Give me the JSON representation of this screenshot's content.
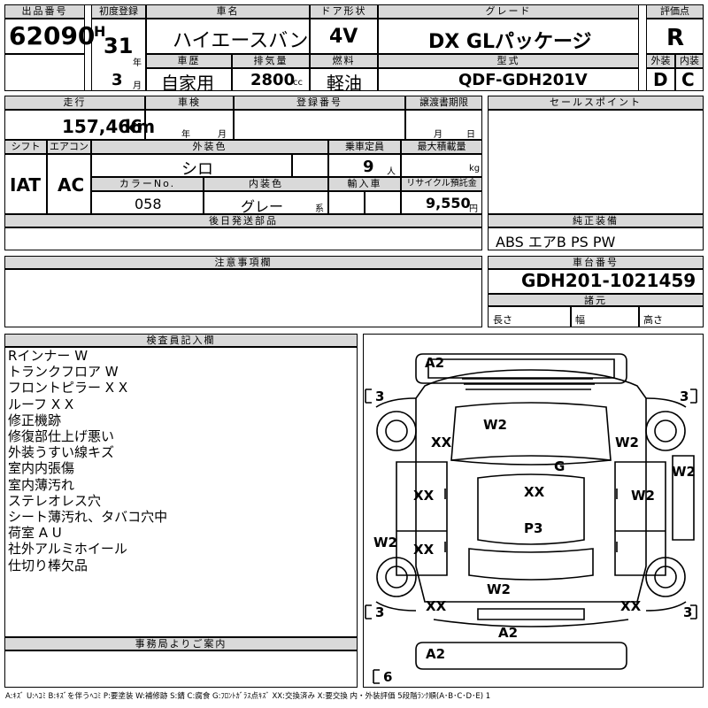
{
  "listing": {
    "lot_label": "出品番号",
    "lot_number": "62090",
    "first_reg_label": "初度登録",
    "era": "H",
    "year": "31",
    "year_unit": "年",
    "month": "3",
    "month_unit": "月",
    "car_name_label": "車名",
    "car_name": "ハイエースバン",
    "door_label": "ドア形状",
    "door": "4V",
    "grade_label": "グレード",
    "grade": "DX GLパッケージ",
    "score_label": "評価点",
    "score": "R",
    "history_label": "車歴",
    "history": "自家用",
    "displacement_label": "排気量",
    "displacement": "2800",
    "displacement_unit": "cc",
    "fuel_label": "燃料",
    "fuel": "軽油",
    "model_label": "型式",
    "model": "QDF-GDH201V",
    "exterior_label": "外装",
    "exterior_grade": "D",
    "interior_label": "内装",
    "interior_grade": "C"
  },
  "row2": {
    "mileage_label": "走行",
    "mileage": "157,466",
    "mileage_unit": "km",
    "inspection_label": "車検",
    "ins_year_unit": "年",
    "ins_month_unit": "月",
    "regno_label": "登録番号",
    "transfer_label": "譲渡書期限",
    "transfer_month_unit": "月",
    "transfer_day_unit": "日",
    "sales_label": "セールスポイント"
  },
  "row3": {
    "shift_label": "シフト",
    "shift": "IAT",
    "ac_label": "エアコン",
    "ac": "AC",
    "color_label": "外装色",
    "color": "シロ",
    "capacity_label": "乗車定員",
    "capacity": "9",
    "capacity_unit": "人",
    "load_label": "最大積載量",
    "load_unit": "kg",
    "colorno_label": "カラーNo.",
    "colorno": "058",
    "interior_color_label": "内装色",
    "interior_color": "グレー",
    "interior_color_unit": "系",
    "import_label": "輸入車",
    "recycle_label": "リサイクル預託金",
    "recycle": "9,550",
    "recycle_unit": "円"
  },
  "parts": {
    "later_parts_label": "後日発送部品",
    "equipment_label": "純正装備",
    "equipment": "ABS エアB PS PW"
  },
  "notes": {
    "label": "注意事項欄",
    "chassis_label": "車台番号",
    "chassis": "GDH201-1021459",
    "specs_label": "諸元",
    "length_label": "長さ",
    "width_label": "幅",
    "height_label": "高さ"
  },
  "inspector": {
    "label": "検査員記入欄",
    "items": [
      "Rインナー W",
      "トランクフロア W",
      "フロントピラー X X",
      "ルーフ X X",
      "修正機跡",
      "修復部仕上げ悪い",
      "外装うすい線キズ",
      "室内内張傷",
      "室内薄汚れ",
      "ステレオレス穴",
      "シート薄汚れ、タバコ穴中",
      "荷室 A U",
      "社外アルミホイール",
      "仕切り棒欠品"
    ]
  },
  "office": {
    "label": "事務局よりご案内"
  },
  "diagram_marks": {
    "a2_top": "A2",
    "b3_tl": "3",
    "b3_tr": "3",
    "b3_bl": "3",
    "b3_br": "3",
    "b6": "6",
    "w2_hood": "W2",
    "xx_fl": "XX",
    "w2_fr": "W2",
    "g": "G",
    "w2_rside": "W2",
    "xx_ld": "XX",
    "xx_roof": "XX",
    "w2_rd": "W2",
    "w2_lside": "W2",
    "xx_lr": "XX",
    "p3": "P3",
    "w2_rear": "W2",
    "xx_bl": "XX",
    "xx_br": "XX",
    "a2_bumper": "A2",
    "a2_bottom": "A2"
  },
  "legend": "A:ｷｽﾞ U:ﾍｺﾐ B:ｷｽﾞを伴うﾍｺﾐ P:要塗装 W:補修跡 S:錆 C:腐食 G:ﾌﾛﾝﾄｶﾞﾗｽ点ｷｽﾞ XX:交換済み X:要交換 内・外装評価 5段階ﾗﾝｸ順(A･B･C･D･E) 1"
}
